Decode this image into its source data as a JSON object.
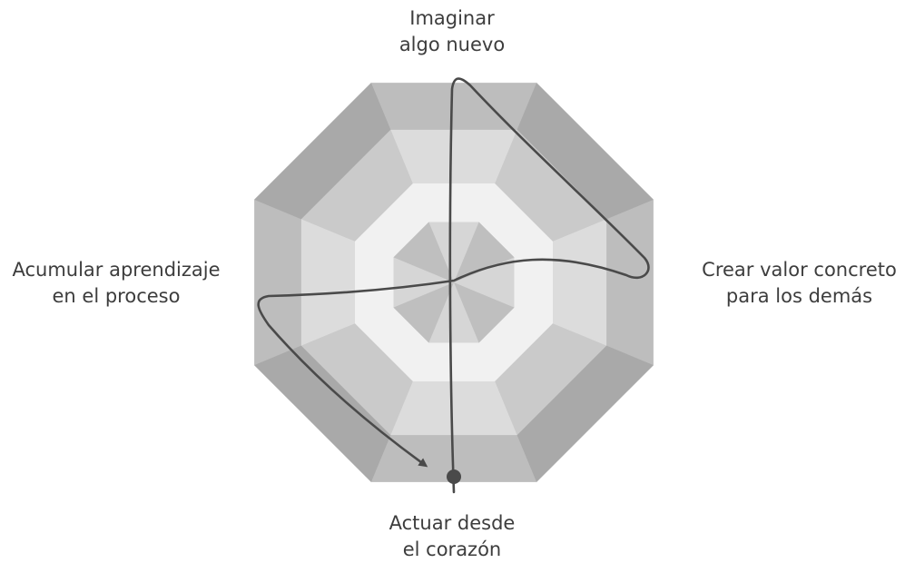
{
  "diagram": {
    "labels": {
      "top": {
        "line1": "Imaginar",
        "line2": "algo nuevo"
      },
      "right": {
        "line1": "Crear valor concreto",
        "line2": "para los demás"
      },
      "bottom": {
        "line1": "Actuar desde",
        "line2": "el corazón"
      },
      "left": {
        "line1": "Acumular aprendizaje",
        "line2": "en el proceso"
      }
    },
    "colors": {
      "outer_ring": "#bdbdbd",
      "outer_ring_highlight": "#a9a9a9",
      "middle_ring": "#dcdcdc",
      "middle_ring_highlight": "#cacaca",
      "inner_ring": "#f1f1f1",
      "core": "#d6d6d6",
      "core_highlight": "#bfbfbf",
      "path": "#4a4a4a"
    }
  }
}
